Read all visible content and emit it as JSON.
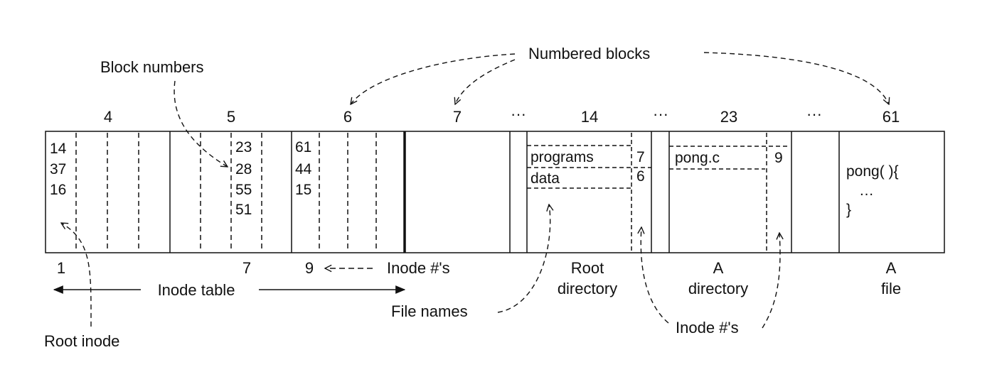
{
  "labels": {
    "numbered_blocks": "Numbered blocks",
    "block_numbers": "Block numbers",
    "inode_numbers_top": "Inode #'s",
    "inode_table": "Inode table",
    "root_inode": "Root inode",
    "file_names": "File names",
    "inode_numbers_bottom": "Inode #'s",
    "root_directory_line1": "Root",
    "root_directory_line2": "directory",
    "a_directory_line1": "A",
    "a_directory_line2": "directory",
    "a_file_line1": "A",
    "a_file_line2": "file",
    "ellipsis": "···"
  },
  "block_numbers": {
    "b4": "4",
    "b5": "5",
    "b6": "6",
    "b7": "7",
    "b14": "14",
    "b23": "23",
    "b61": "61"
  },
  "inode_numbers": {
    "i1": "1",
    "i7": "7",
    "i9": "9"
  },
  "inode_cells": {
    "block4": [
      "14",
      "37",
      "16"
    ],
    "block5": [
      "23",
      "28",
      "55",
      "51"
    ],
    "block6": [
      "61",
      "44",
      "15"
    ]
  },
  "root_directory": [
    {
      "name": "programs",
      "inode": "7"
    },
    {
      "name": "data",
      "inode": "6"
    }
  ],
  "a_directory": [
    {
      "name": "pong.c",
      "inode": "9"
    }
  ],
  "a_file": {
    "line1": "pong( ){",
    "line2": "…",
    "line3": "}"
  }
}
